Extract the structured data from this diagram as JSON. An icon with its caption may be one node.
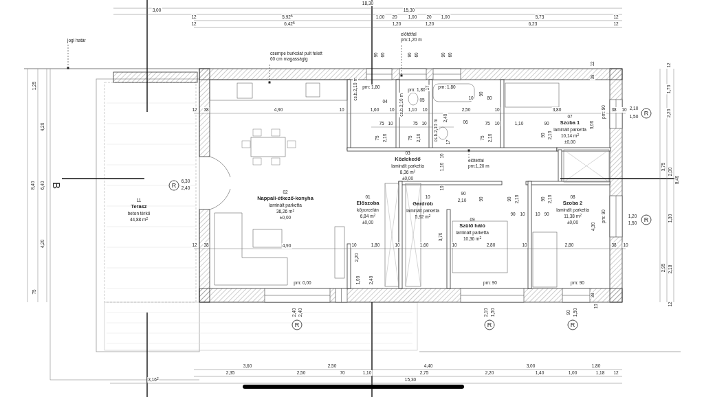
{
  "diagram": {
    "nodes": [
      {
        "text": [
          "11",
          "Terasz",
          "beton térkő",
          "44,88 m$^{2}$"
        ]
      },
      {
        "text": [
          "02",
          "Nappali-étkező-konyha",
          "laminált parketta",
          "36,26 m$^{2}$",
          "±0,00"
        ]
      },
      {
        "text": [
          "01",
          "Előszoba",
          "kőporcelán",
          "6,84 m$^{2}$",
          "±0,00"
        ]
      },
      {
        "text": [
          "03",
          "Közlekedő",
          "laminált parketta",
          "8,36 m$^{2}$",
          "±0,00"
        ]
      },
      {
        "text": [
          "04"
        ]
      },
      {
        "text": [
          "05"
        ]
      },
      {
        "text": [
          "06"
        ]
      },
      {
        "text": [
          "07",
          "Szoba 1",
          "laminált parketta",
          "10,14 m$^{2}$",
          "±0,00"
        ]
      },
      {
        "text": [
          "Gardrób",
          "laminált parketta",
          "5,92 m$^{2}$"
        ]
      },
      {
        "text": [
          "09",
          "Szülő háló",
          "laminált parketta",
          "10,36 m$^{2}$"
        ]
      },
      {
        "text": [
          "08",
          "Szoba 2",
          "laminált parketta",
          "11,38 m$^{2}$",
          "±0,00"
        ]
      },
      {
        "text": [
          "jogi határ"
        ]
      },
      {
        "text": [
          "csempe burkolat pult felett 60 cm magasságig"
        ]
      },
      {
        "text": [
          "előtétfal pm:1,20 m"
        ]
      },
      {
        "text": [
          "előtétfal pm:1,20 m"
        ]
      }
    ],
    "edges": [
      {
        "from": 11,
        "to": null,
        "arrow": "none",
        "style": "dashed"
      },
      {
        "from": 12,
        "to": null,
        "arrow": "none",
        "style": "dashed"
      },
      {
        "from": 13,
        "to": null,
        "arrow": "none",
        "style": "dashed"
      },
      {
        "from": 14,
        "to": null,
        "arrow": "none",
        "style": "dashed"
      }
    ],
    "labels": [
      "18,30",
      "3,00",
      "15,30",
      "12",
      "5,92$^{6}$",
      "1,00",
      "20",
      "1,00",
      "20",
      "1,00",
      "5,73",
      "12",
      "12",
      "6,42$^{6}$",
      "1,20",
      "1,20",
      "6,23",
      "12",
      "90",
      "60",
      "90",
      "60",
      "90",
      "60",
      "12",
      "38",
      "12",
      "1,70",
      "2,20",
      "1,25",
      "4,20",
      "8,40",
      "6,40",
      "4,20",
      "75",
      "pm: 1,80",
      "pm: 1,80",
      "pm: 1,80",
      "cs.b.2,10 m",
      "cs.b.2,10 m",
      "cs.b.2,10 m",
      "90",
      "80",
      "2,40",
      "12",
      "38",
      "4,90",
      "10",
      "1,60",
      "10",
      "1,10",
      "10",
      "2,50",
      "10",
      "3,80",
      "38",
      "10",
      "2,10",
      "1,50",
      "R",
      "pm: 90",
      "75",
      "10",
      "75",
      "10",
      "75",
      "10",
      "1,10",
      "90",
      "3,00",
      "75",
      "2,10",
      "75",
      "2,10",
      "75",
      "2,10",
      "90",
      "2,10",
      "10",
      "1,10",
      "10",
      "R",
      "6,30",
      "2,40",
      "B",
      "10",
      "90",
      "2,10",
      "90",
      "90",
      "2,10",
      "90",
      "2,10",
      "90",
      "10",
      "10",
      "90",
      "pm: 90",
      "1,20",
      "1,50",
      "R",
      "4,30",
      "3,70",
      "12",
      "38",
      "4,90",
      "10",
      "1,80",
      "10",
      "1,60",
      "10",
      "2,80",
      "10",
      "2,80",
      "38",
      "10",
      "2,20",
      "1,00",
      "2,40",
      "pm: 0,00",
      "pm: 90",
      "pm: 90",
      "3,75",
      "2,00",
      "8,40",
      "1,30",
      "2,95",
      "2,18",
      "38",
      "10",
      "12",
      "2,40",
      "2,40",
      "R",
      "2,10",
      "1,50",
      "R",
      "90",
      "1,50",
      "R",
      "3,60",
      "2,50",
      "4,40",
      "3,00",
      "1,80",
      "2,35",
      "2,50",
      "70",
      "1,10",
      "2,75",
      "2,20",
      "1,40",
      "1,00",
      "1,18",
      "12",
      "3,16$^{2}$",
      "15,30",
      "17",
      "10",
      "17"
    ]
  }
}
